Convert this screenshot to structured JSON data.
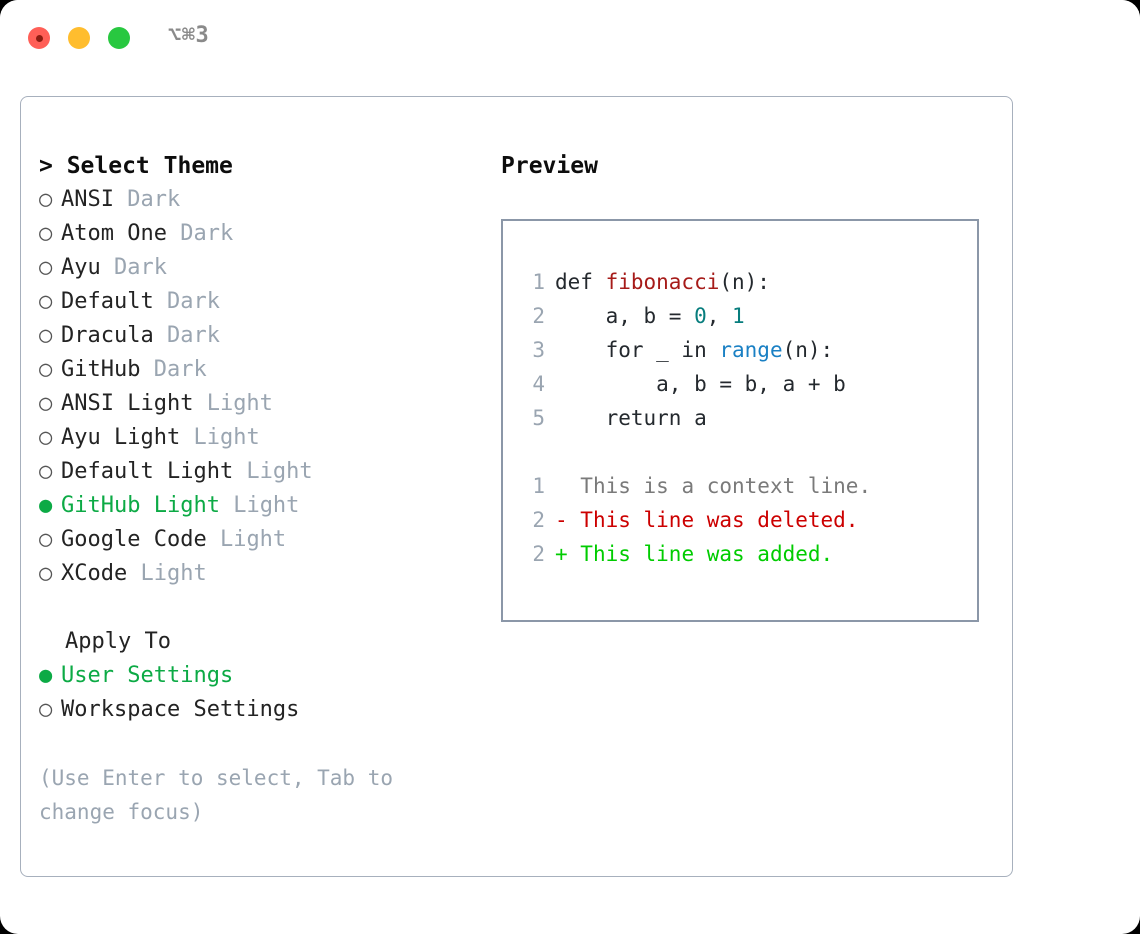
{
  "titlebar": {
    "shortcut": "⌥⌘3",
    "lights": [
      "close-red",
      "minimize-yellow",
      "zoom-green"
    ]
  },
  "theme_list": {
    "title": "> Select Theme",
    "items": [
      {
        "marker": "○",
        "label": "ANSI",
        "suffix": "Dark",
        "selected": false
      },
      {
        "marker": "○",
        "label": "Atom One",
        "suffix": "Dark",
        "selected": false
      },
      {
        "marker": "○",
        "label": "Ayu",
        "suffix": "Dark",
        "selected": false
      },
      {
        "marker": "○",
        "label": "Default",
        "suffix": "Dark",
        "selected": false
      },
      {
        "marker": "○",
        "label": "Dracula",
        "suffix": "Dark",
        "selected": false
      },
      {
        "marker": "○",
        "label": "GitHub",
        "suffix": "Dark",
        "selected": false
      },
      {
        "marker": "○",
        "label": "ANSI Light",
        "suffix": "Light",
        "selected": false
      },
      {
        "marker": "○",
        "label": "Ayu Light",
        "suffix": "Light",
        "selected": false
      },
      {
        "marker": "○",
        "label": "Default Light",
        "suffix": "Light",
        "selected": false
      },
      {
        "marker": "●",
        "label": "GitHub Light",
        "suffix": "Light",
        "selected": true
      },
      {
        "marker": "○",
        "label": "Google Code",
        "suffix": "Light",
        "selected": false
      },
      {
        "marker": "○",
        "label": "XCode",
        "suffix": "Light",
        "selected": false
      }
    ]
  },
  "apply_to": {
    "title": "Apply To",
    "items": [
      {
        "marker": "●",
        "label": "User Settings",
        "selected": true
      },
      {
        "marker": "○",
        "label": "Workspace Settings",
        "selected": false
      }
    ]
  },
  "hint": "(Use Enter to select, Tab to change focus)",
  "preview": {
    "title": "Preview",
    "code_lines": [
      {
        "no": "1",
        "tokens": [
          {
            "t": "def ",
            "c": "plain"
          },
          {
            "t": "fibonacci",
            "c": "func"
          },
          {
            "t": "(n):",
            "c": "plain"
          }
        ]
      },
      {
        "no": "2",
        "tokens": [
          {
            "t": "    a, b = ",
            "c": "plain"
          },
          {
            "t": "0",
            "c": "num"
          },
          {
            "t": ", ",
            "c": "plain"
          },
          {
            "t": "1",
            "c": "num"
          }
        ]
      },
      {
        "no": "3",
        "tokens": [
          {
            "t": "    for _ in ",
            "c": "plain"
          },
          {
            "t": "range",
            "c": "builtin"
          },
          {
            "t": "(n):",
            "c": "plain"
          }
        ]
      },
      {
        "no": "4",
        "tokens": [
          {
            "t": "        a, b = b, a + b",
            "c": "plain"
          }
        ]
      },
      {
        "no": "5",
        "tokens": [
          {
            "t": "    return a",
            "c": "plain"
          }
        ]
      }
    ],
    "diff_lines": [
      {
        "no": "1",
        "sign": " ",
        "text": " This is a context line.",
        "kind": "ctx"
      },
      {
        "no": "2",
        "sign": "-",
        "text": " This line was deleted.",
        "kind": "del"
      },
      {
        "no": "2",
        "sign": "+",
        "text": " This line was added.",
        "kind": "add"
      }
    ]
  },
  "colors": {
    "accent_green": "#0caa45",
    "diff_add": "#00cc00",
    "diff_del": "#cc0000",
    "line_number": "#9aa5b1",
    "border": "#8b97a8",
    "func": "#a61b19",
    "number": "#077d7d",
    "builtin": "#1a80c4"
  }
}
